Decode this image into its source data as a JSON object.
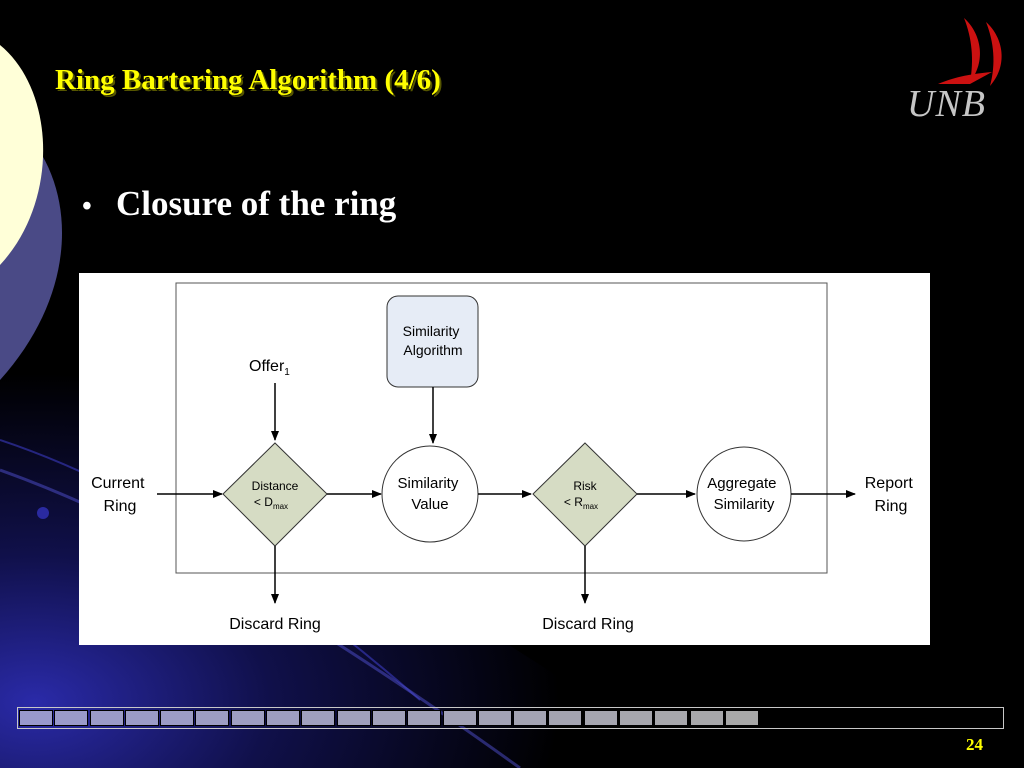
{
  "slide": {
    "title": "Ring Bartering Algorithm (4/6)",
    "bullet": "Closure of the ring",
    "page_number": "24"
  },
  "logo": {
    "text": "UNB",
    "icon": "unb-sail-icon",
    "color": "#cc1111"
  },
  "diagram": {
    "input_offer": {
      "label": "Offer",
      "subscript": "1"
    },
    "similarity_algorithm": {
      "line1": "Similarity",
      "line2": "Algorithm"
    },
    "current_ring": {
      "line1": "Current",
      "line2": "Ring"
    },
    "distance_check": {
      "line1": "Distance",
      "line2_prefix": "< D",
      "line2_sub": "max"
    },
    "similarity_value": {
      "line1": "Similarity",
      "line2": "Value"
    },
    "risk_check": {
      "line1": "Risk",
      "line2_prefix": "< R",
      "line2_sub": "max"
    },
    "aggregate_similarity": {
      "line1": "Aggregate",
      "line2": "Similarity"
    },
    "report_ring": {
      "line1": "Report",
      "line2": "Ring"
    },
    "discard_left": "Discard Ring",
    "discard_right": "Discard Ring"
  },
  "progress": {
    "total_segments": 28,
    "filled_segments": 21
  },
  "colors": {
    "title": "#ffff00",
    "diamond_fill": "#d6dcc4",
    "algorithm_box_fill": "#e6ecf6",
    "progress_fill": "#9999cc"
  }
}
